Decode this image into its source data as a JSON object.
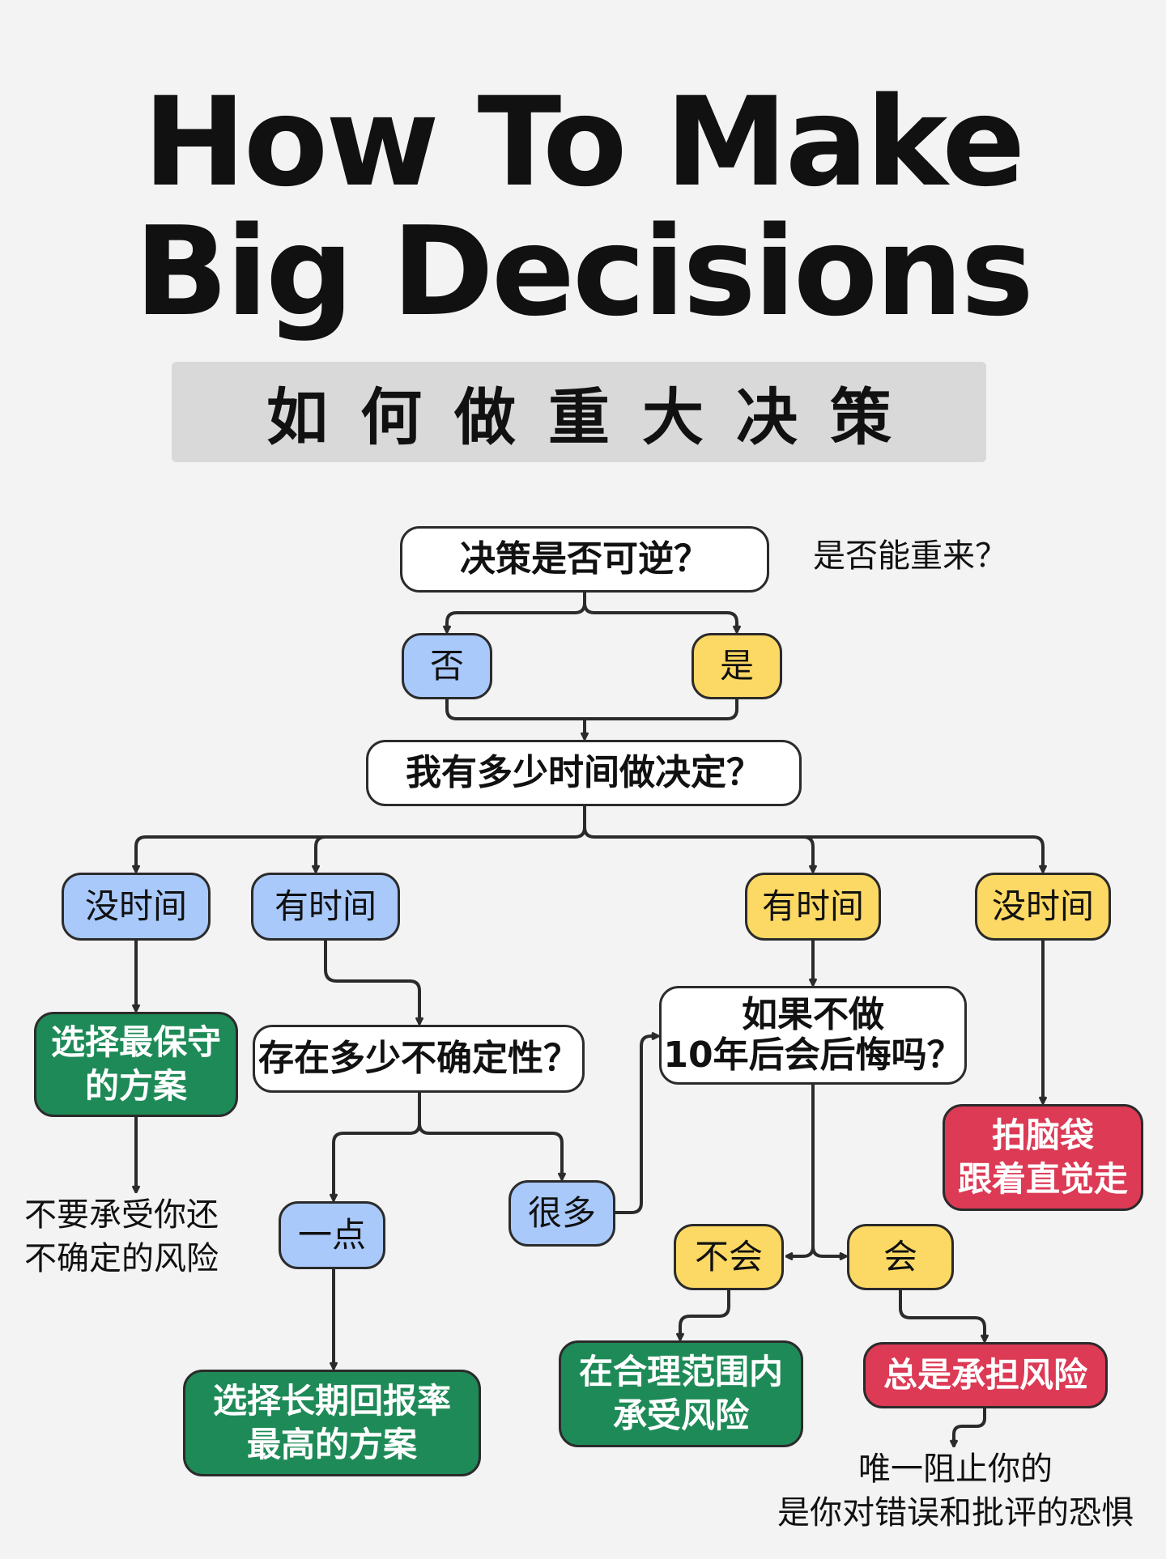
{
  "title_line1": "How To Make",
  "title_line2": "Big Decisions",
  "subtitle": "如何做重大决策",
  "colors": {
    "background": "#f3f3f3",
    "blue": "#a9c9fb",
    "yellow": "#fcd964",
    "green": "#1e8a57",
    "red": "#dc3a55",
    "line": "#2b2b2b"
  },
  "nodes": {
    "q_reversible": "决策是否可逆？",
    "note_redo": "是否能重来？",
    "no": "否",
    "yes": "是",
    "q_time": "我有多少时间做决定？",
    "blue_no_time": "没时间",
    "blue_has_time": "有时间",
    "yellow_has_time": "有时间",
    "yellow_no_time": "没时间",
    "green_conservative": "选择最保守\n的方案",
    "note_uncertain": "不要承受你还\n不确定的风险",
    "q_uncertainty": "存在多少不确定性？",
    "a_little": "一点",
    "a_lot": "很多",
    "green_long_term": "选择长期回报率\n最高的方案",
    "q_regret": "如果不做\n10年后会后悔吗？",
    "wont": "不会",
    "will": "会",
    "green_acceptable": "在合理范围内\n承受风险",
    "red_always": "总是承担风险",
    "red_gut": "拍脑袋\n跟着直觉走",
    "note_fear": "唯一阻止你的\n是你对错误和批评的恐惧"
  }
}
